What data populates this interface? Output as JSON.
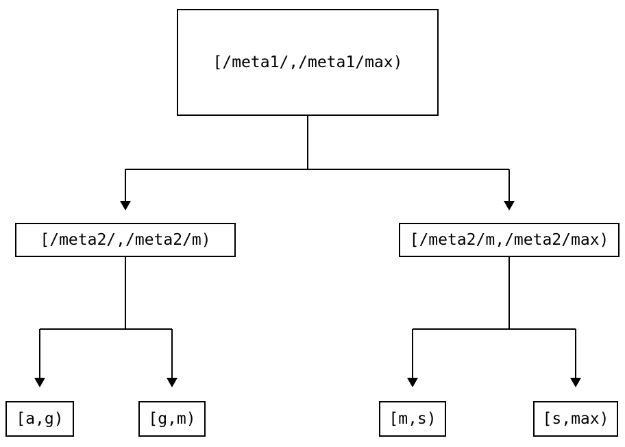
{
  "diagram": {
    "type": "tree",
    "nodes": {
      "root": {
        "label": "[/meta1/,/meta1/max)"
      },
      "left": {
        "label": "[/meta2/,/meta2/m)"
      },
      "right": {
        "label": "[/meta2/m,/meta2/max)"
      },
      "leaf_ag": {
        "label": "[a,g)"
      },
      "leaf_gm": {
        "label": "[g,m)"
      },
      "leaf_ms": {
        "label": "[m,s)"
      },
      "leaf_smax": {
        "label": "[s,max)"
      }
    },
    "edges": [
      {
        "from": "root",
        "to": "left"
      },
      {
        "from": "root",
        "to": "right"
      },
      {
        "from": "left",
        "to": "leaf_ag"
      },
      {
        "from": "left",
        "to": "leaf_gm"
      },
      {
        "from": "right",
        "to": "leaf_ms"
      },
      {
        "from": "right",
        "to": "leaf_smax"
      }
    ],
    "colors": {
      "background": "#ffffff",
      "line": "#000000",
      "text": "#000000"
    }
  }
}
